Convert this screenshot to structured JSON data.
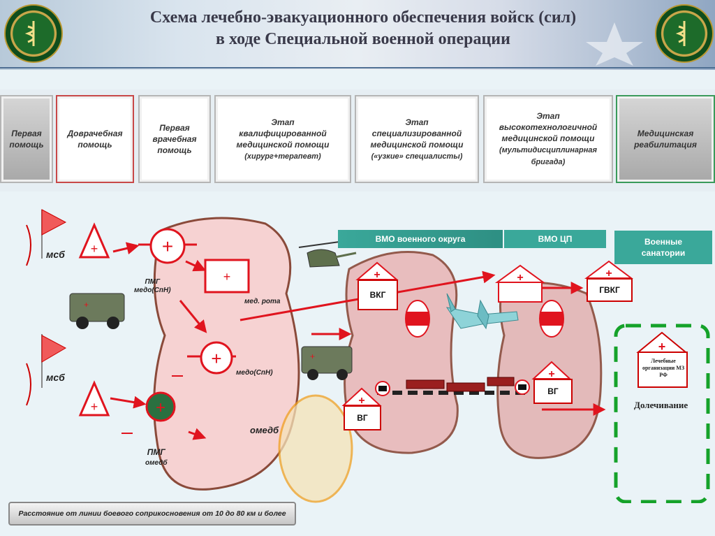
{
  "header": {
    "title_line1": "Схема лечебно-эвакуационного  обеспечения  войск (сил)",
    "title_line2": "в ходе Специальной военной операции"
  },
  "stages": [
    {
      "line1": "Первая",
      "line2": "помощь"
    },
    {
      "line1": "Доврачебная",
      "line2": "помощь"
    },
    {
      "line1": "Первая",
      "line2": "врачебная",
      "line3": "помощь"
    },
    {
      "line1": "Этап",
      "line2": "квалифицированной",
      "line3": "медицинской помощи",
      "line4": "(хирург+терапевт)"
    },
    {
      "line1": "Этап",
      "line2": "специализированной",
      "line3": "медицинской помощи",
      "line4": "(«узкие» специалисты)"
    },
    {
      "line1": "Этап",
      "line2": "высокотехнологичной",
      "line3": "медицинской помощи",
      "line4": "(мультидисциплинарная",
      "line5": "бригада)"
    },
    {
      "line1": "Медицинская",
      "line2": "реабилитация"
    }
  ],
  "diagram": {
    "msb_top": "мсб",
    "msb_bottom": "мсб",
    "pmg_medo_line1": "ПМГ",
    "pmg_medo_line2": "медо(СпН)",
    "med_rota": "мед. рота",
    "medo_spn": "медо(СпН)",
    "omedb": "омедб",
    "pmg_omedb_line1": "ПМГ",
    "pmg_omedb_line2": "омедб",
    "vmo_okrug": "ВМО военного округа",
    "vmo_cp": "ВМО ЦП",
    "sanatorii_line1": "Военные",
    "sanatorii_line2": "санатории",
    "vkg": "ВКГ",
    "gvkg": "ГВКГ",
    "vg_left": "ВГ",
    "vg_right": "ВГ",
    "lech_org_line1": "Лечебные",
    "lech_org_line2": "организации МЗ",
    "lech_org_line3": "РФ",
    "dolechivanie": "Долечивание"
  },
  "footer": {
    "text": "Расстояние от линии боевого соприкосновения от 10 до 80 км и более"
  },
  "colors": {
    "red": "#e0141e",
    "zone_fill": "#f6d2d2",
    "zone_border": "#8a4a3a",
    "teal_bar": "#3aa89a",
    "green_dash": "#15a22a"
  }
}
